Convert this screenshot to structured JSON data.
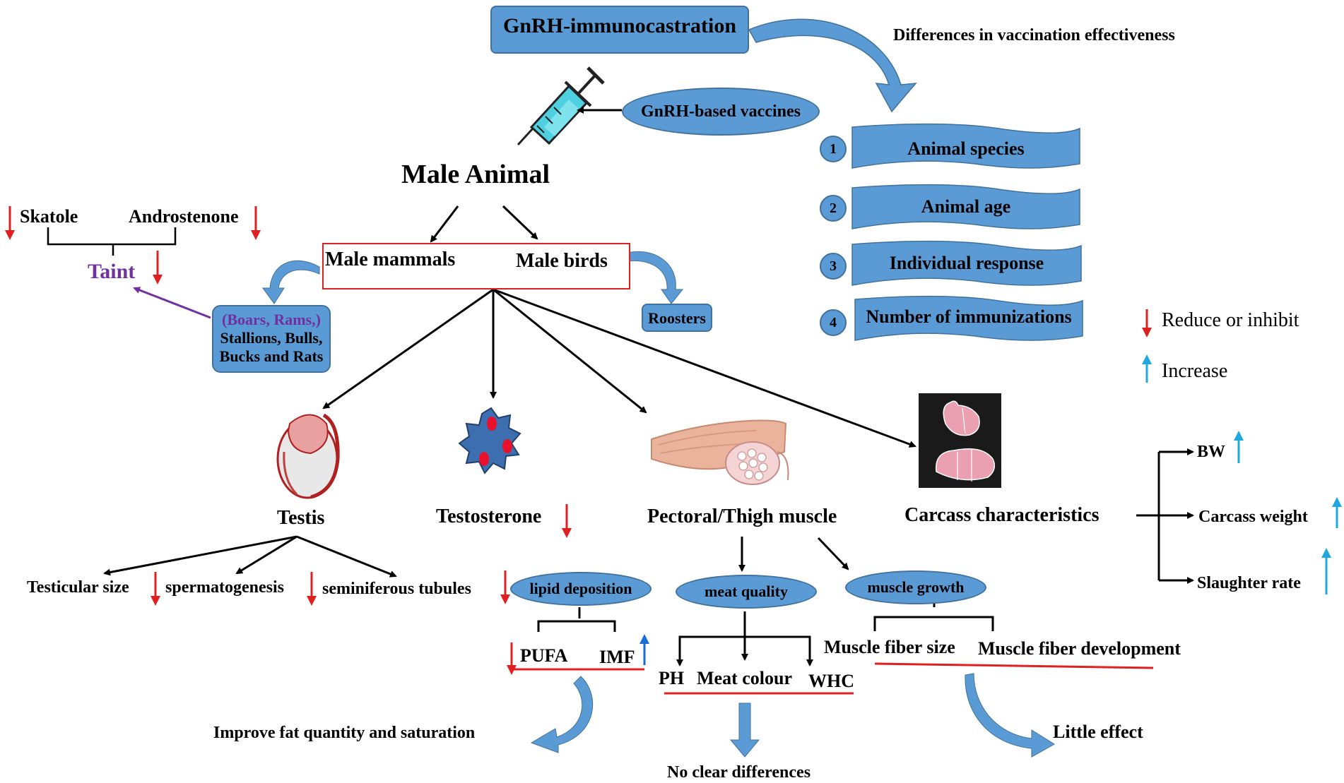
{
  "title": "GnRH-immunocastration",
  "differences_label": "Differences in vaccination effectiveness",
  "vaccine_label": "GnRH-based vaccines",
  "male_animal": "Male Animal",
  "male_mammals": "Male mammals",
  "male_birds": "Male birds",
  "mammal_examples": {
    "line1": "(Boars, Rams,)",
    "line2": "Stallions, Bulls,",
    "line3": "Bucks and Rats"
  },
  "bird_examples": "Roosters",
  "taint": {
    "skatole": "Skatole",
    "androstenone": "Androstenone",
    "label": "Taint"
  },
  "factors": [
    {
      "num": "1",
      "label": "Animal  species"
    },
    {
      "num": "2",
      "label": "Animal  age"
    },
    {
      "num": "3",
      "label": "Individual  response"
    },
    {
      "num": "4",
      "label": "Number  of immunizations"
    }
  ],
  "legend": {
    "reduce": "Reduce or inhibit",
    "increase": "Increase",
    "reduce_color": "#e02020",
    "increase_color": "#1fa8e0"
  },
  "branches": {
    "testis": "Testis",
    "testosterone": "Testosterone",
    "muscle": "Pectoral/Thigh muscle",
    "carcass": "Carcass characteristics"
  },
  "testis_effects": {
    "size": "Testicular  size",
    "spermatogenesis": "spermatogenesis",
    "tubules": "seminiferous  tubules"
  },
  "muscle_sub": {
    "lipid": "lipid deposition",
    "quality": "meat quality",
    "growth": "muscle growth"
  },
  "lipid_items": {
    "pufa": "PUFA",
    "imf": "IMF"
  },
  "quality_items": {
    "ph": "PH",
    "colour": "Meat colour",
    "whc": "WHC"
  },
  "growth_items": {
    "size": "Muscle fiber  size",
    "development": "Muscle fiber  development"
  },
  "outcomes": {
    "fat": "Improve fat quantity  and saturation",
    "no_diff": "No clear differences",
    "little": "Little effect"
  },
  "carcass_items": {
    "bw": "BW",
    "weight": "Carcass weight",
    "rate": "Slaughter rate"
  },
  "colors": {
    "ellipse": "#5b9bd5",
    "red_arrow": "#e02020",
    "blue_arrow": "#1fa8e0",
    "taint_text": "#7030a0"
  }
}
